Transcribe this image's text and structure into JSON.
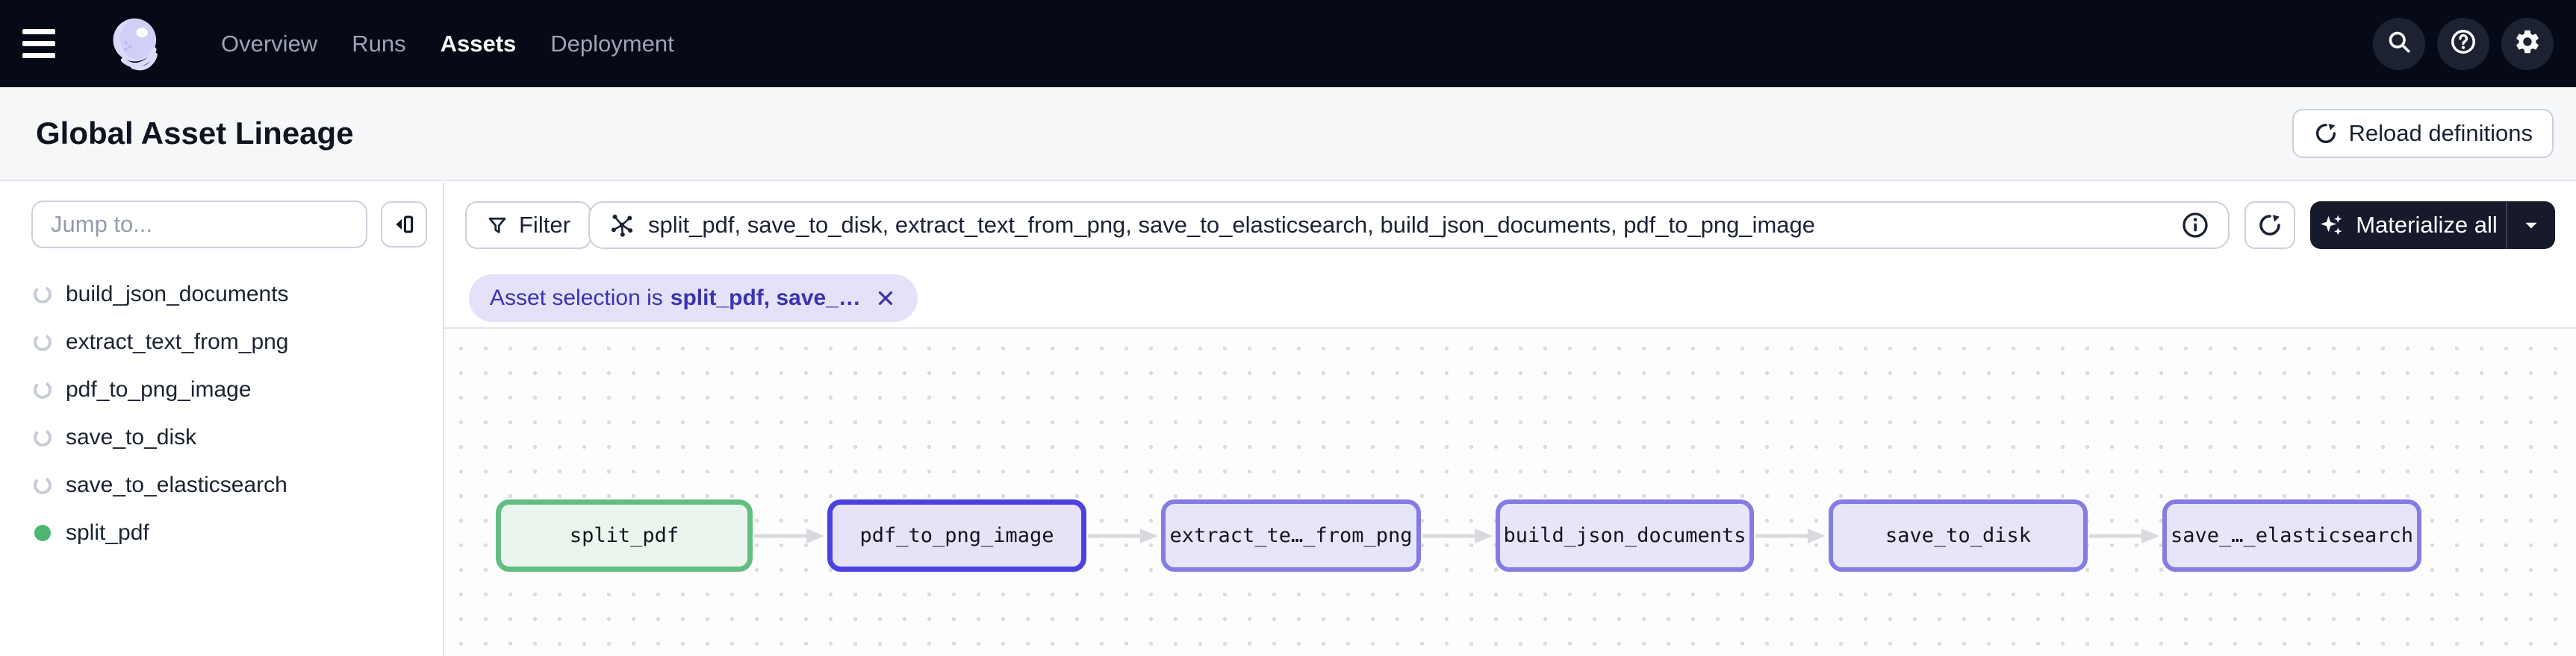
{
  "nav": {
    "items": [
      {
        "label": "Overview",
        "active": false
      },
      {
        "label": "Runs",
        "active": false
      },
      {
        "label": "Assets",
        "active": true
      },
      {
        "label": "Deployment",
        "active": false
      }
    ],
    "actions": [
      {
        "name": "search",
        "icon": "search-icon"
      },
      {
        "name": "help",
        "icon": "help-icon"
      },
      {
        "name": "settings",
        "icon": "gear-icon"
      }
    ]
  },
  "header": {
    "title": "Global Asset Lineage",
    "reload_button": "Reload definitions"
  },
  "sidebar": {
    "jump_input_placeholder": "Jump to...",
    "assets": [
      {
        "label": "build_json_documents",
        "status": "never_materialized"
      },
      {
        "label": "extract_text_from_png",
        "status": "never_materialized"
      },
      {
        "label": "pdf_to_png_image",
        "status": "never_materialized"
      },
      {
        "label": "save_to_disk",
        "status": "never_materialized"
      },
      {
        "label": "save_to_elasticsearch",
        "status": "never_materialized"
      },
      {
        "label": "split_pdf",
        "status": "materialized"
      }
    ]
  },
  "toolbar": {
    "filter_button": "Filter",
    "selection_input_value": "split_pdf, save_to_disk, extract_text_from_png, save_to_elasticsearch, build_json_documents, pdf_to_png_image",
    "materialize_button": "Materialize all"
  },
  "selection_chip": {
    "prefix": "Asset selection is",
    "value": "split_pdf, save_…"
  },
  "graph": {
    "nodes": [
      {
        "id": "split_pdf",
        "label": "split_pdf",
        "state": "materialized"
      },
      {
        "id": "pdf_to_png_image",
        "label": "pdf_to_png_image",
        "state": "selected"
      },
      {
        "id": "extract_text_from_png",
        "label": "extract_te…_from_png",
        "state": "default"
      },
      {
        "id": "build_json_documents",
        "label": "build_json_documents",
        "state": "default"
      },
      {
        "id": "save_to_disk",
        "label": "save_to_disk",
        "state": "default"
      },
      {
        "id": "save_to_elasticsearch",
        "label": "save_…_elasticsearch",
        "state": "default"
      }
    ],
    "node_widths": [
      344,
      347,
      348,
      346,
      347,
      347
    ]
  },
  "colors": {
    "nav_bg": "#060a16",
    "materialized_border": "#63bd81",
    "materialized_bg": "#eaf6ed",
    "selected_border": "#4c41e0",
    "selected_bg": "#e6e3f9",
    "default_border": "#847ce2",
    "default_bg": "#e8e5fa",
    "materialized_dot": "#4cb86f",
    "unmaterialized_ring": "#c6cbd7",
    "edge": "#d8dadf",
    "chip_bg": "#e4e1f9",
    "chip_text": "#3a34ae"
  }
}
